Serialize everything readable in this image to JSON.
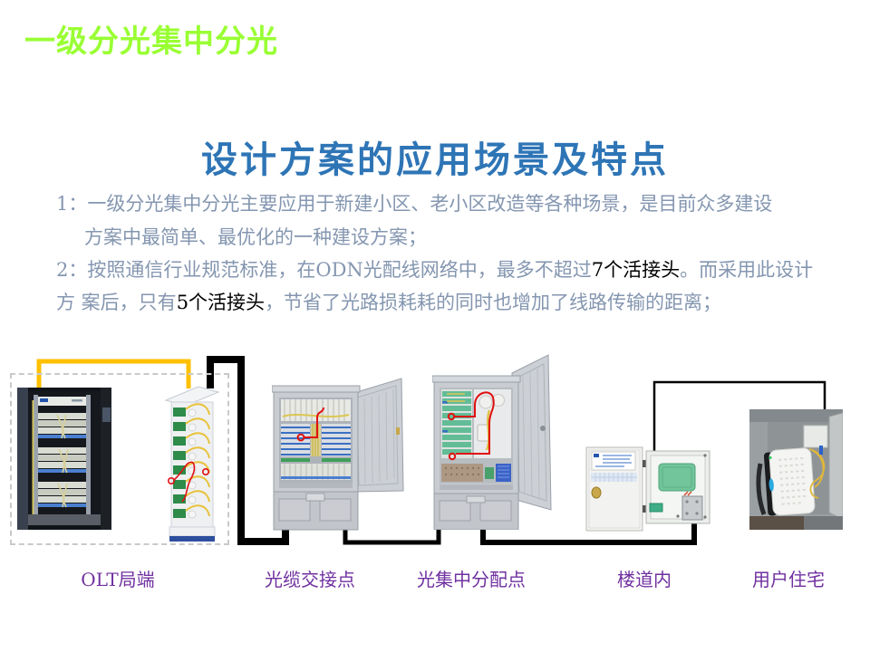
{
  "slide_title": {
    "text": "一级分光集中分光"
  },
  "heading": {
    "text": "设计方案的应用场景及特点"
  },
  "body": {
    "lines": [
      {
        "segments": [
          {
            "text": "1：一级分光集中分光主要应用于新建小区、老小区改造等各种场景，是目前众多建设"
          }
        ]
      },
      {
        "segments": [
          {
            "text": "方案中最简单、最优化的一种建设方案；"
          }
        ]
      },
      {
        "segments": [
          {
            "text": "2：按照通信行业规范标准，在ODN光配线网络中，最多不超过"
          },
          {
            "text": "7个活接头"
          },
          {
            "text": "。而采用此设计"
          }
        ]
      },
      {
        "segments": [
          {
            "text": "方 案后，只有"
          },
          {
            "text": "5个活接头"
          },
          {
            "text": "，节省了光路损耗耗的同时也增加了线路传输的距离；"
          }
        ]
      }
    ]
  },
  "diagram": {
    "labels": [
      {
        "text": "OLT局端"
      },
      {
        "text": "光缆交接点"
      },
      {
        "text": "光集中分配点"
      },
      {
        "text": "楼道内"
      },
      {
        "text": "用户住宅"
      }
    ]
  },
  "colors": {
    "title_green": "#99FF33",
    "heading_blue": "#2E75B6",
    "body_bluegray": "#8496B0",
    "highlight_black": "#000000",
    "label_purple": "#7030A0",
    "fiber_orange": "#FFC000",
    "cable_black": "#000000",
    "annotation_red": "#E01010"
  }
}
